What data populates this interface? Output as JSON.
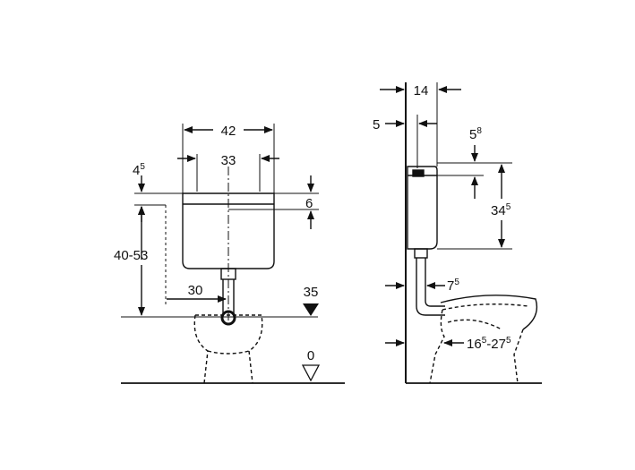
{
  "colors": {
    "line": "#111111",
    "background": "#ffffff"
  },
  "front_view": {
    "width_outer": "42",
    "width_inner": "33",
    "top_offset": {
      "base": "4",
      "sup": "5"
    },
    "lid_height": "6",
    "mount_height": "40-53",
    "offset_30": "30",
    "level_35": "35",
    "level_0": "0"
  },
  "side_view": {
    "depth": "14",
    "wall_gap": "5",
    "top_dim": {
      "base": "5",
      "sup": "8"
    },
    "tank_height": {
      "base": "34",
      "sup": "5"
    },
    "pipe_offset": {
      "base": "7",
      "sup": "5"
    },
    "bowl_range": {
      "base1": "16",
      "sup1": "5",
      "mid": "-27",
      "sup2": "5"
    }
  }
}
